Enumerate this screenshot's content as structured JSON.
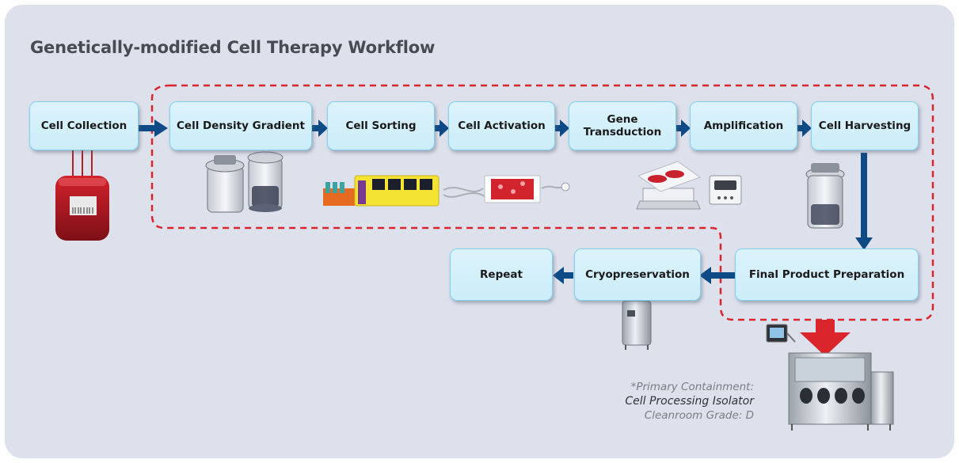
{
  "title": "Genetically-modified Cell Therapy Workflow",
  "steps": {
    "cell_collection": "Cell Collection",
    "cell_density_gradient": "Cell Density Gradient",
    "cell_sorting": "Cell Sorting",
    "cell_activation": "Cell Activation",
    "gene_transduction": "Gene\nTransduction",
    "amplification": "Amplification",
    "cell_harvesting": "Cell Harvesting",
    "final_product_preparation": "Final Product Preparation",
    "cryopreservation": "Cryopreservation",
    "repeat": "Repeat"
  },
  "note": {
    "line1": "*Primary Containment:",
    "line2": "Cell Processing Isolator",
    "line3": "Cleanroom Grade: D"
  },
  "colors": {
    "background": "#dde1ec",
    "step_fill": "#d4f0fb",
    "step_border": "#7fd1ee",
    "flow_arrow": "#0d4a86",
    "containment_dash": "#d9252b",
    "output_arrow": "#d9252b"
  }
}
